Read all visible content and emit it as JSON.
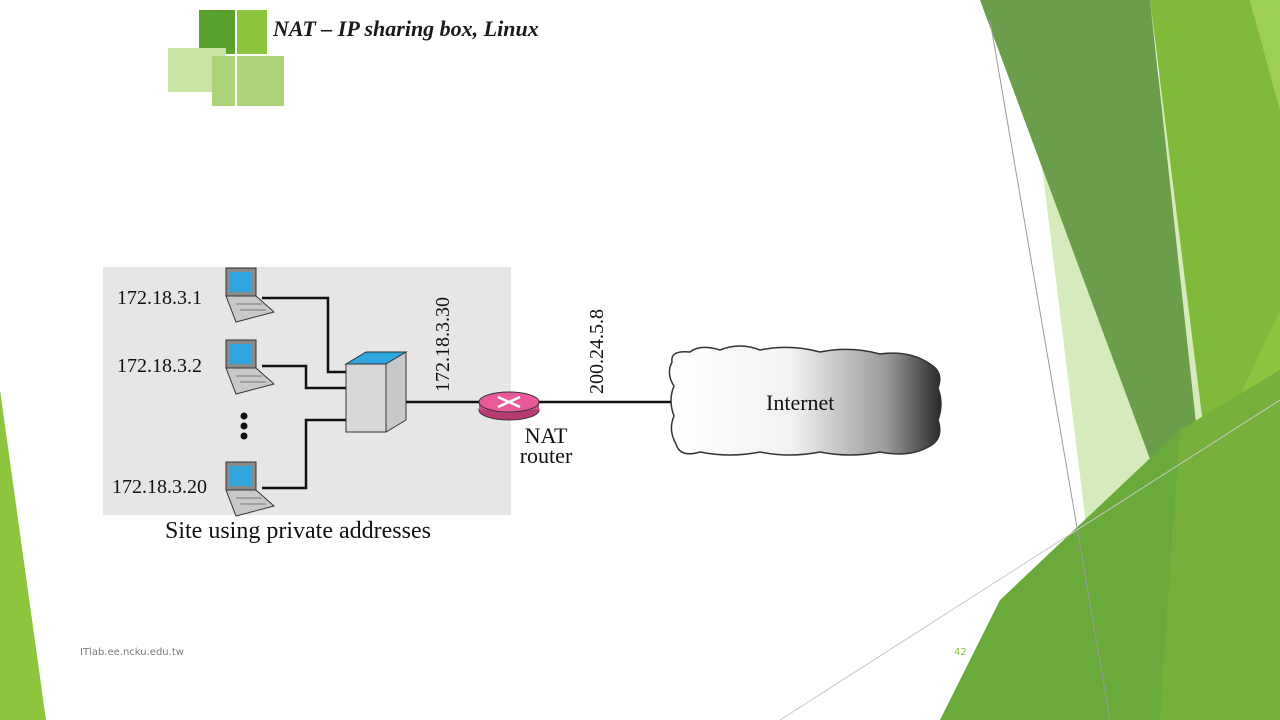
{
  "slide": {
    "title": "NAT – IP sharing box, Linux",
    "footer_url": "ITlab.ee.ncku.edu.tw",
    "page_number": "42"
  },
  "diagram": {
    "hosts": [
      {
        "ip": "172.18.3.1"
      },
      {
        "ip": "172.18.3.2"
      },
      {
        "ip": "172.18.3.20"
      }
    ],
    "switch_ip": "172.18.3.30",
    "public_ip": "200.24.5.8",
    "router_label_line1": "NAT",
    "router_label_line2": "router",
    "cloud_label": "Internet",
    "site_caption": "Site using private addresses"
  },
  "colors": {
    "accent_green": "#8cbf3f",
    "dark_green": "#5a9a2a",
    "site_box": "#e6e6e6",
    "router": "#e85a9a",
    "screen": "#2fa6e0"
  }
}
